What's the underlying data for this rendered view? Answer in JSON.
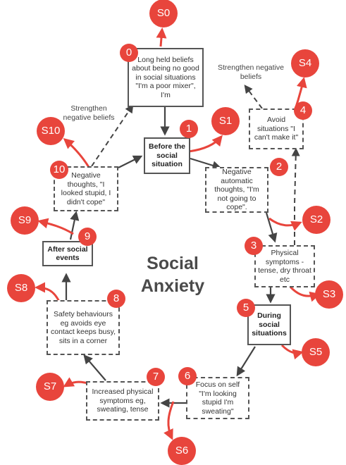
{
  "title": "Social Anxiety",
  "boxes": {
    "long_held_beliefs": "Long held beliefs about being no good in social situations \"I'm a poor mixer\", I'm",
    "before_social_situation": "Before the social situation",
    "negative_automatic_thoughts": "Negative automatic thoughts, \"I'm not going to cope\".",
    "avoid_situations": "Avoid situations \"I can't make it\"",
    "physical_symptoms": "Physical symptoms - tense, dry throat etc",
    "during_social_situations": "During social situations",
    "focus_on_self": "Focus on self \"I'm looking stupid I'm sweating\"",
    "increased_physical_symptoms": "Increased physical symptoms eg, sweating, tense",
    "safety_behaviours": "Safety behaviours eg avoids eye contact keeps busy, sits in a corner",
    "after_social_events": "After social events",
    "negative_thoughts": "Negative thoughts, \"I looked stupid, I didn't cope\""
  },
  "notes": {
    "strengthen_right": "Strengthen negative beliefs",
    "strengthen_left": "Strengthen negative beliefs"
  },
  "markers": [
    "0",
    "1",
    "2",
    "3",
    "4",
    "5",
    "6",
    "7",
    "8",
    "9",
    "10"
  ],
  "labels": [
    "S0",
    "S1",
    "S2",
    "S3",
    "S4",
    "S5",
    "S6",
    "S7",
    "S8",
    "S9",
    "S10"
  ],
  "colors": {
    "marker": "#e8453c",
    "box_border": "#555555",
    "arrow": "#444444"
  }
}
